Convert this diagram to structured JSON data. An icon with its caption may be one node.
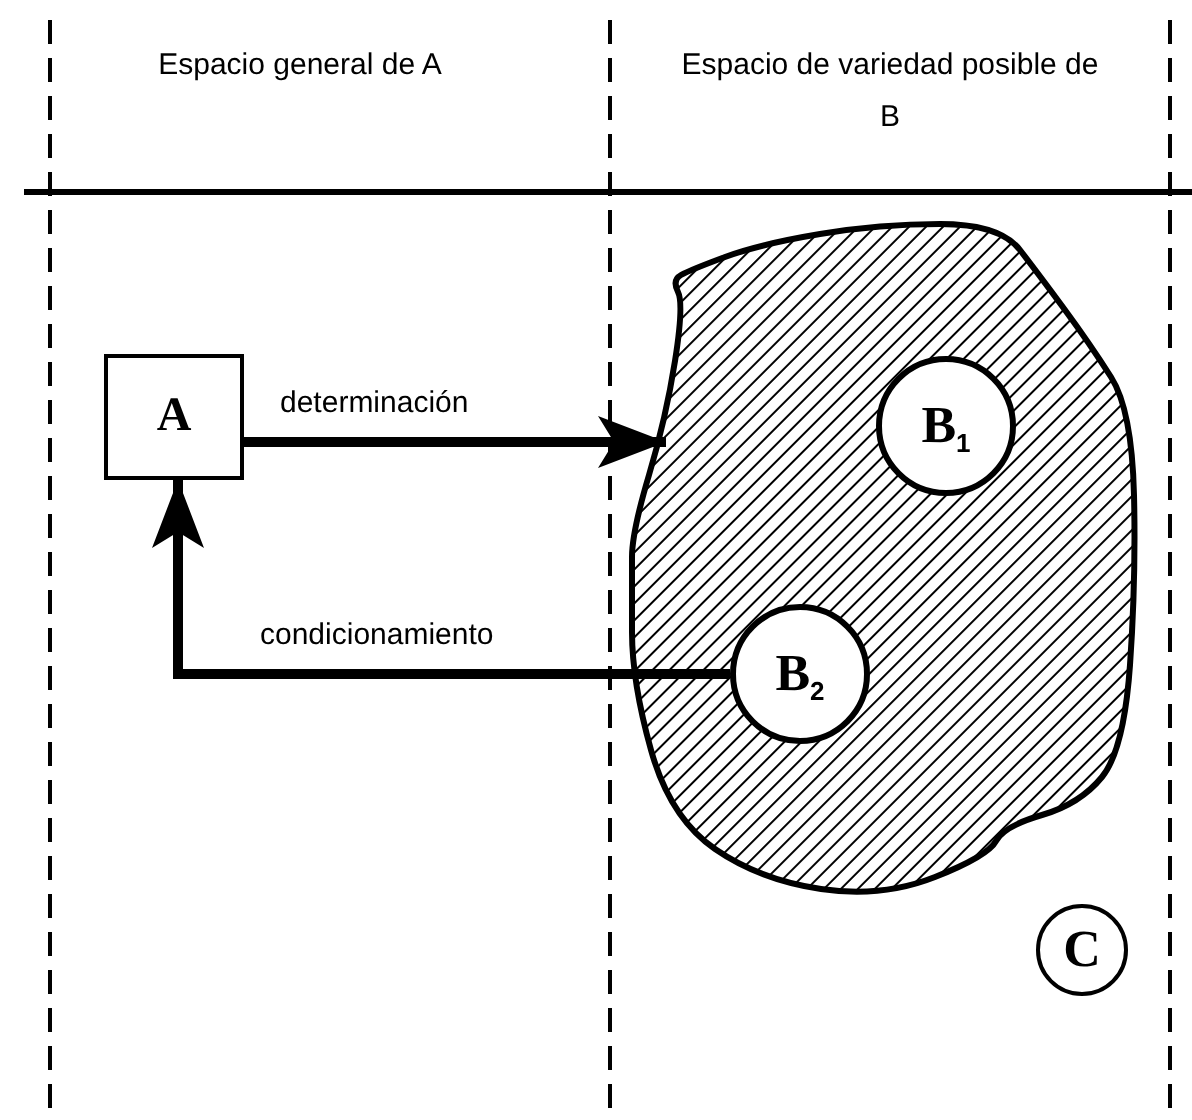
{
  "diagram": {
    "nodes": [
      {
        "text": [
          "A"
        ]
      },
      {
        "text": [],
        "shape": "blob"
      },
      {
        "text": [
          "B$_{1}$"
        ],
        "in": 1
      },
      {
        "text": [
          "B$_{2}$"
        ],
        "in": 1
      },
      {
        "text": [
          "C"
        ]
      }
    ],
    "edges": [
      {
        "from": 0,
        "to": 1,
        "arrow": "to",
        "label": "determinación"
      },
      {
        "from": 3,
        "to": 0,
        "arrow": "to",
        "label": "condicionamiento"
      }
    ],
    "labels": [
      "Espacio general de A",
      "Espacio de variedad posible de B"
    ]
  }
}
